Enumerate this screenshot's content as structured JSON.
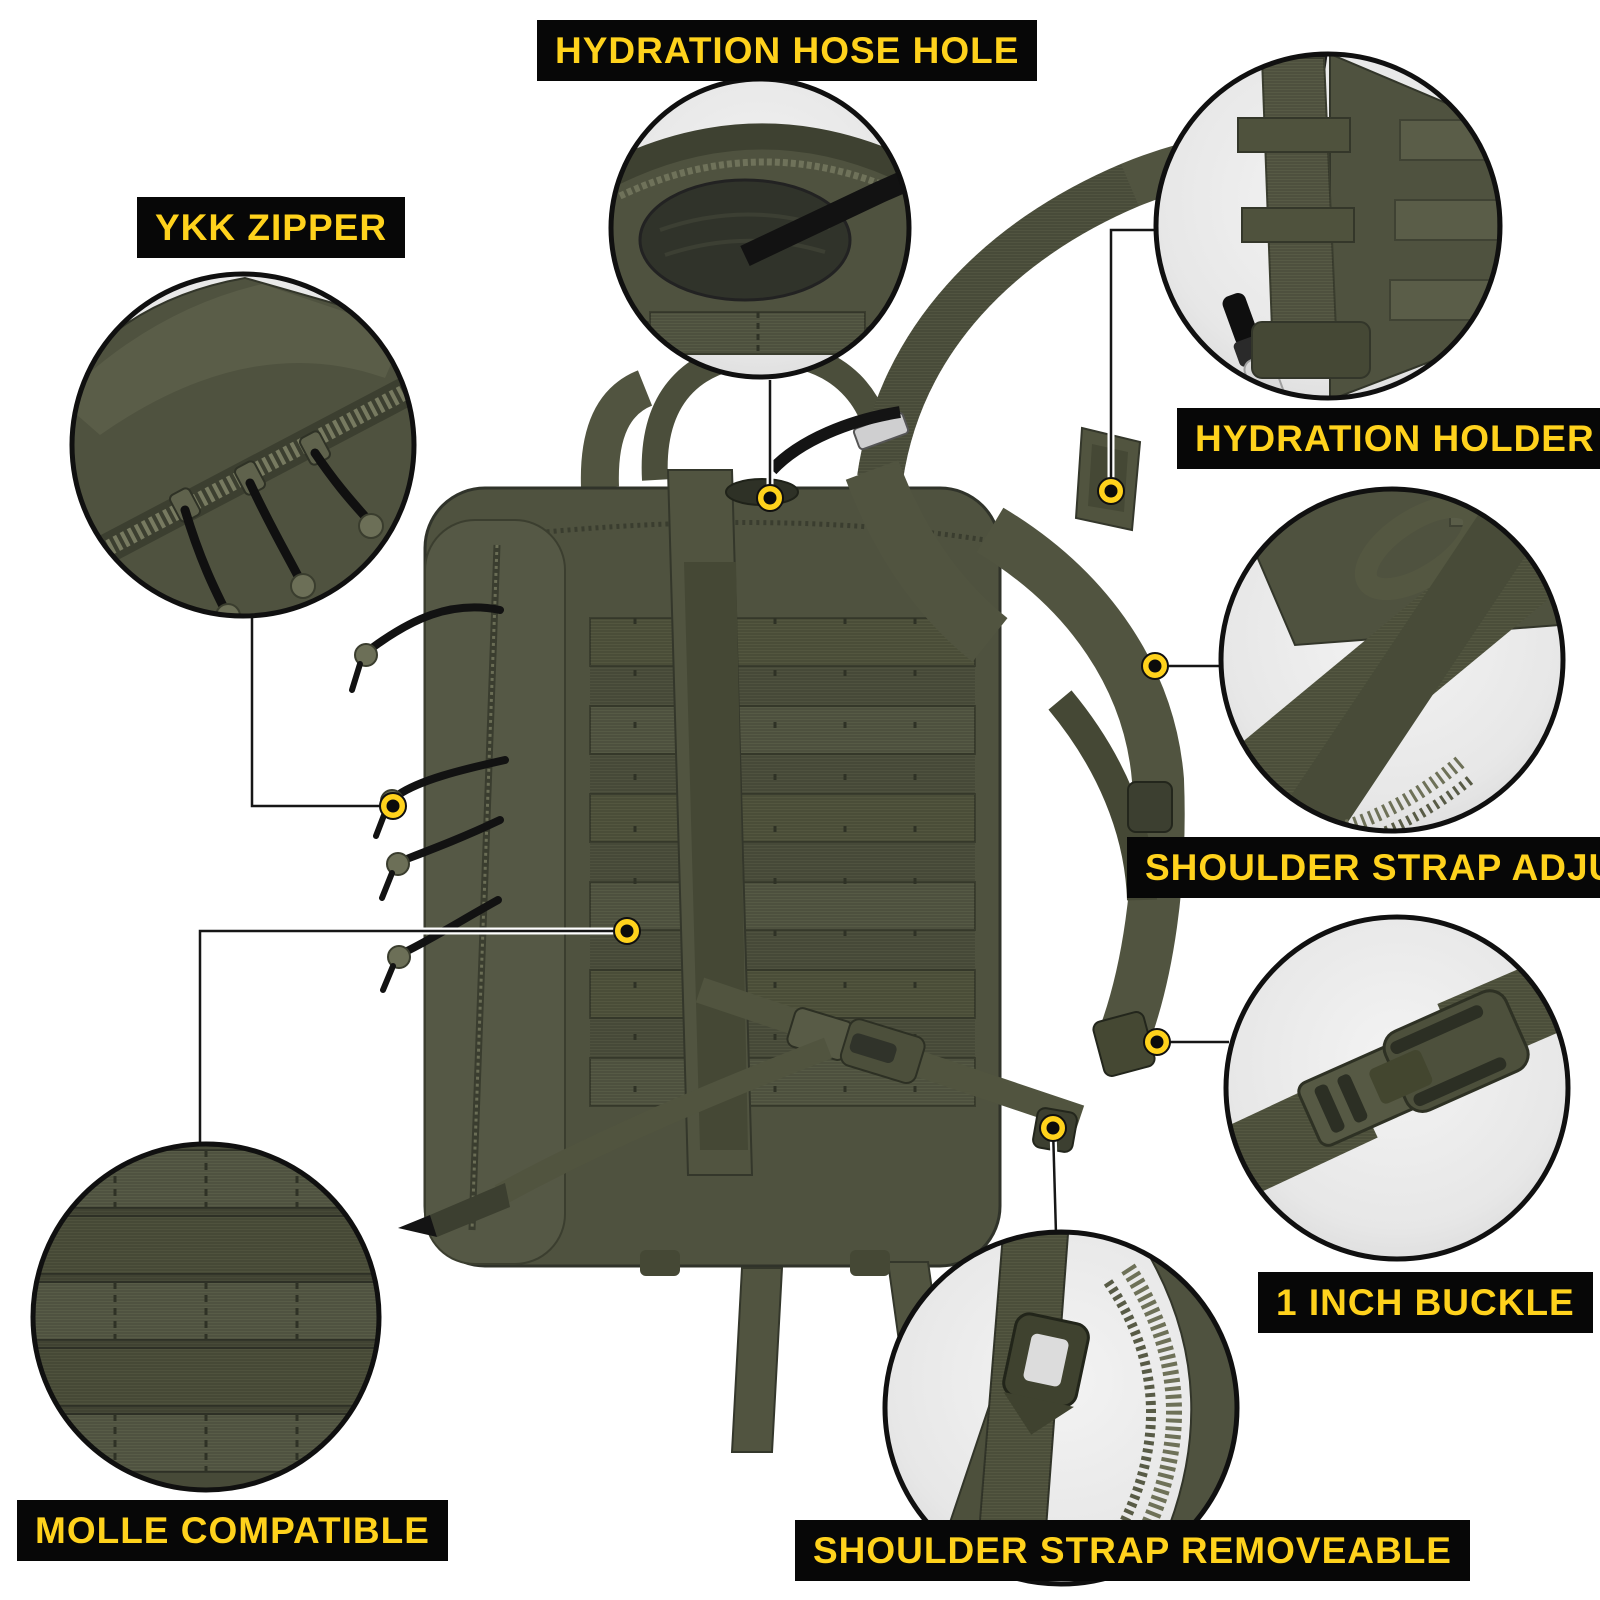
{
  "labels": [
    {
      "id": "hydration-hose-hole",
      "text": "HYDRATION HOSE HOLE"
    },
    {
      "id": "ykk-zipper",
      "text": "YKK ZIPPER"
    },
    {
      "id": "hydration-holder",
      "text": "HYDRATION HOLDER"
    },
    {
      "id": "shoulder-strap-adjust",
      "text": "SHOULDER STRAP ADJUST"
    },
    {
      "id": "one-inch-buckle",
      "text": "1 INCH BUCKLE"
    },
    {
      "id": "molle-compatible",
      "text": "MOLLE COMPATIBLE"
    },
    {
      "id": "shoulder-strap-removeable",
      "text": "SHOULDER STRAP REMOVEABLE"
    }
  ],
  "colors": {
    "background": "#ffffff",
    "label_background": "#070707",
    "label_text": "#ffd21c",
    "marker_ring": "#ffd21c",
    "marker_center": "#0b0b0b",
    "connector_line": "#161616",
    "connector_casing": "#ffffff",
    "callout_circle_stroke": "#101010",
    "callout_circle_fill": "#e9e9e9",
    "bag_olive": "#4f523f",
    "bag_olive_dark": "#3b3e2f",
    "webbing_olive": "#565a45",
    "velcro_olive": "#454835",
    "cord_black": "#141414",
    "hose_tip_clear": "#d8d8d8"
  }
}
